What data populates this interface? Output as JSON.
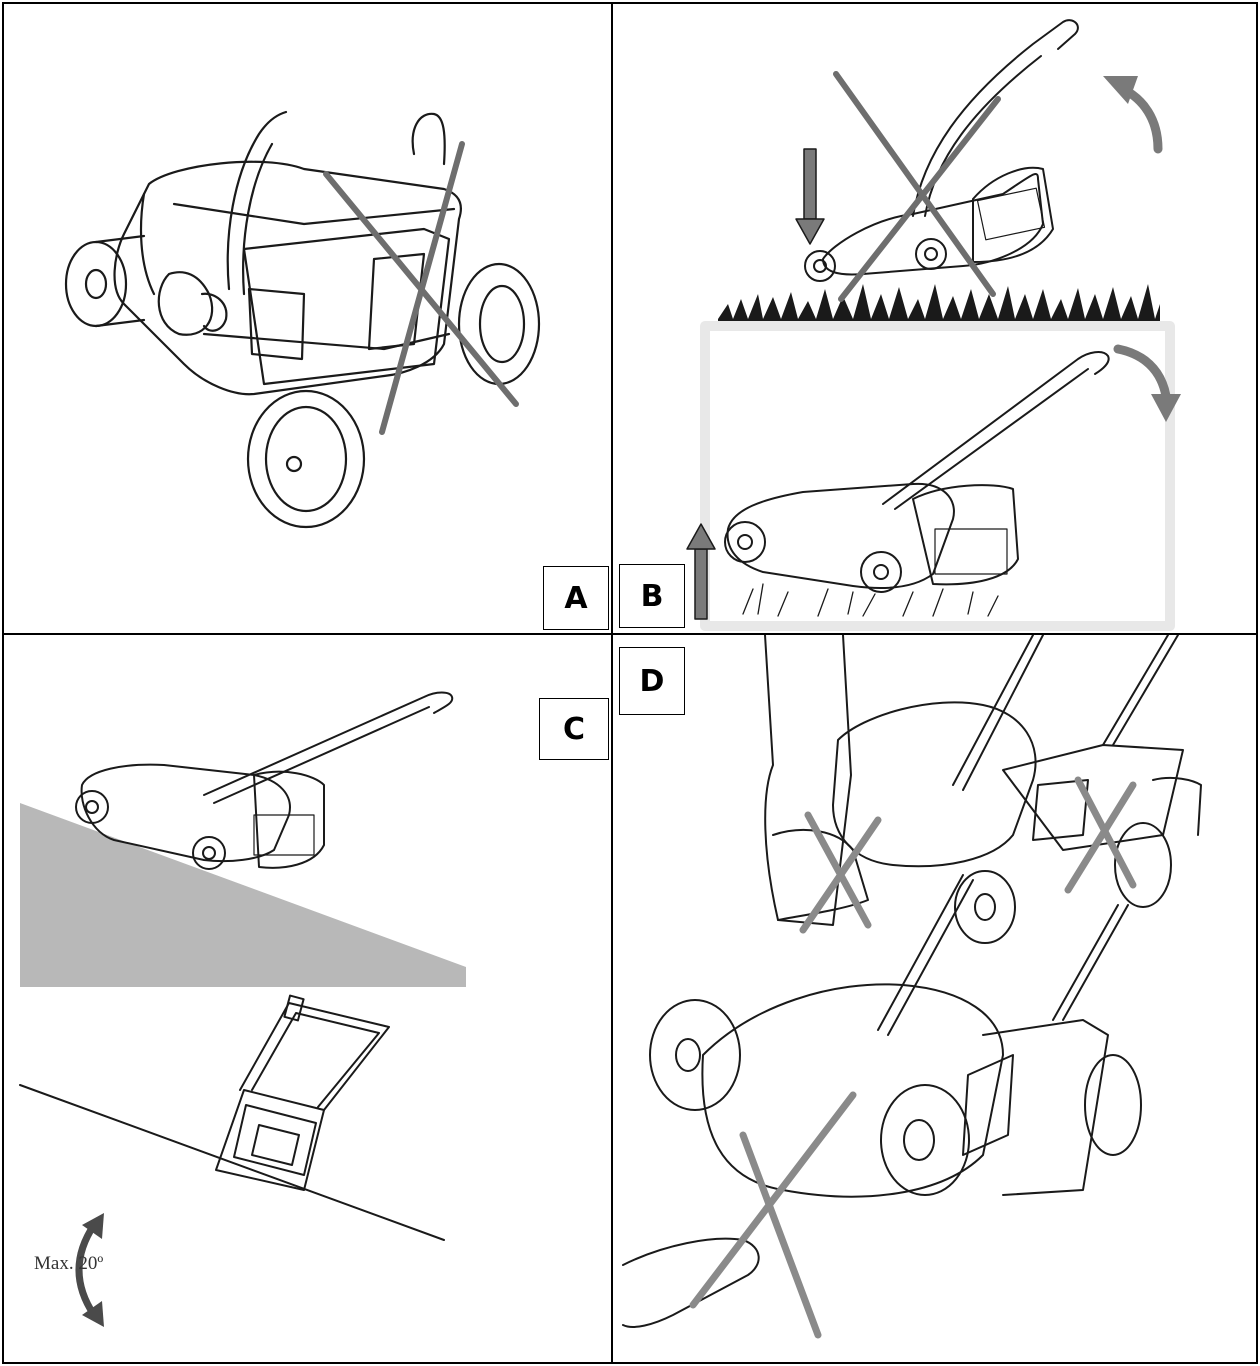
{
  "panels": {
    "a": {
      "label": "A"
    },
    "b": {
      "label": "B"
    },
    "c": {
      "label": "C",
      "slope_text": "Max. 20º"
    },
    "d": {
      "label": "D"
    }
  },
  "colors": {
    "line": "#1a1a1a",
    "cross": "#6e6e6e",
    "arrow": "#7a7a7a",
    "slope_fill": "#b8b8b8",
    "frame": "#e8e8e8"
  }
}
